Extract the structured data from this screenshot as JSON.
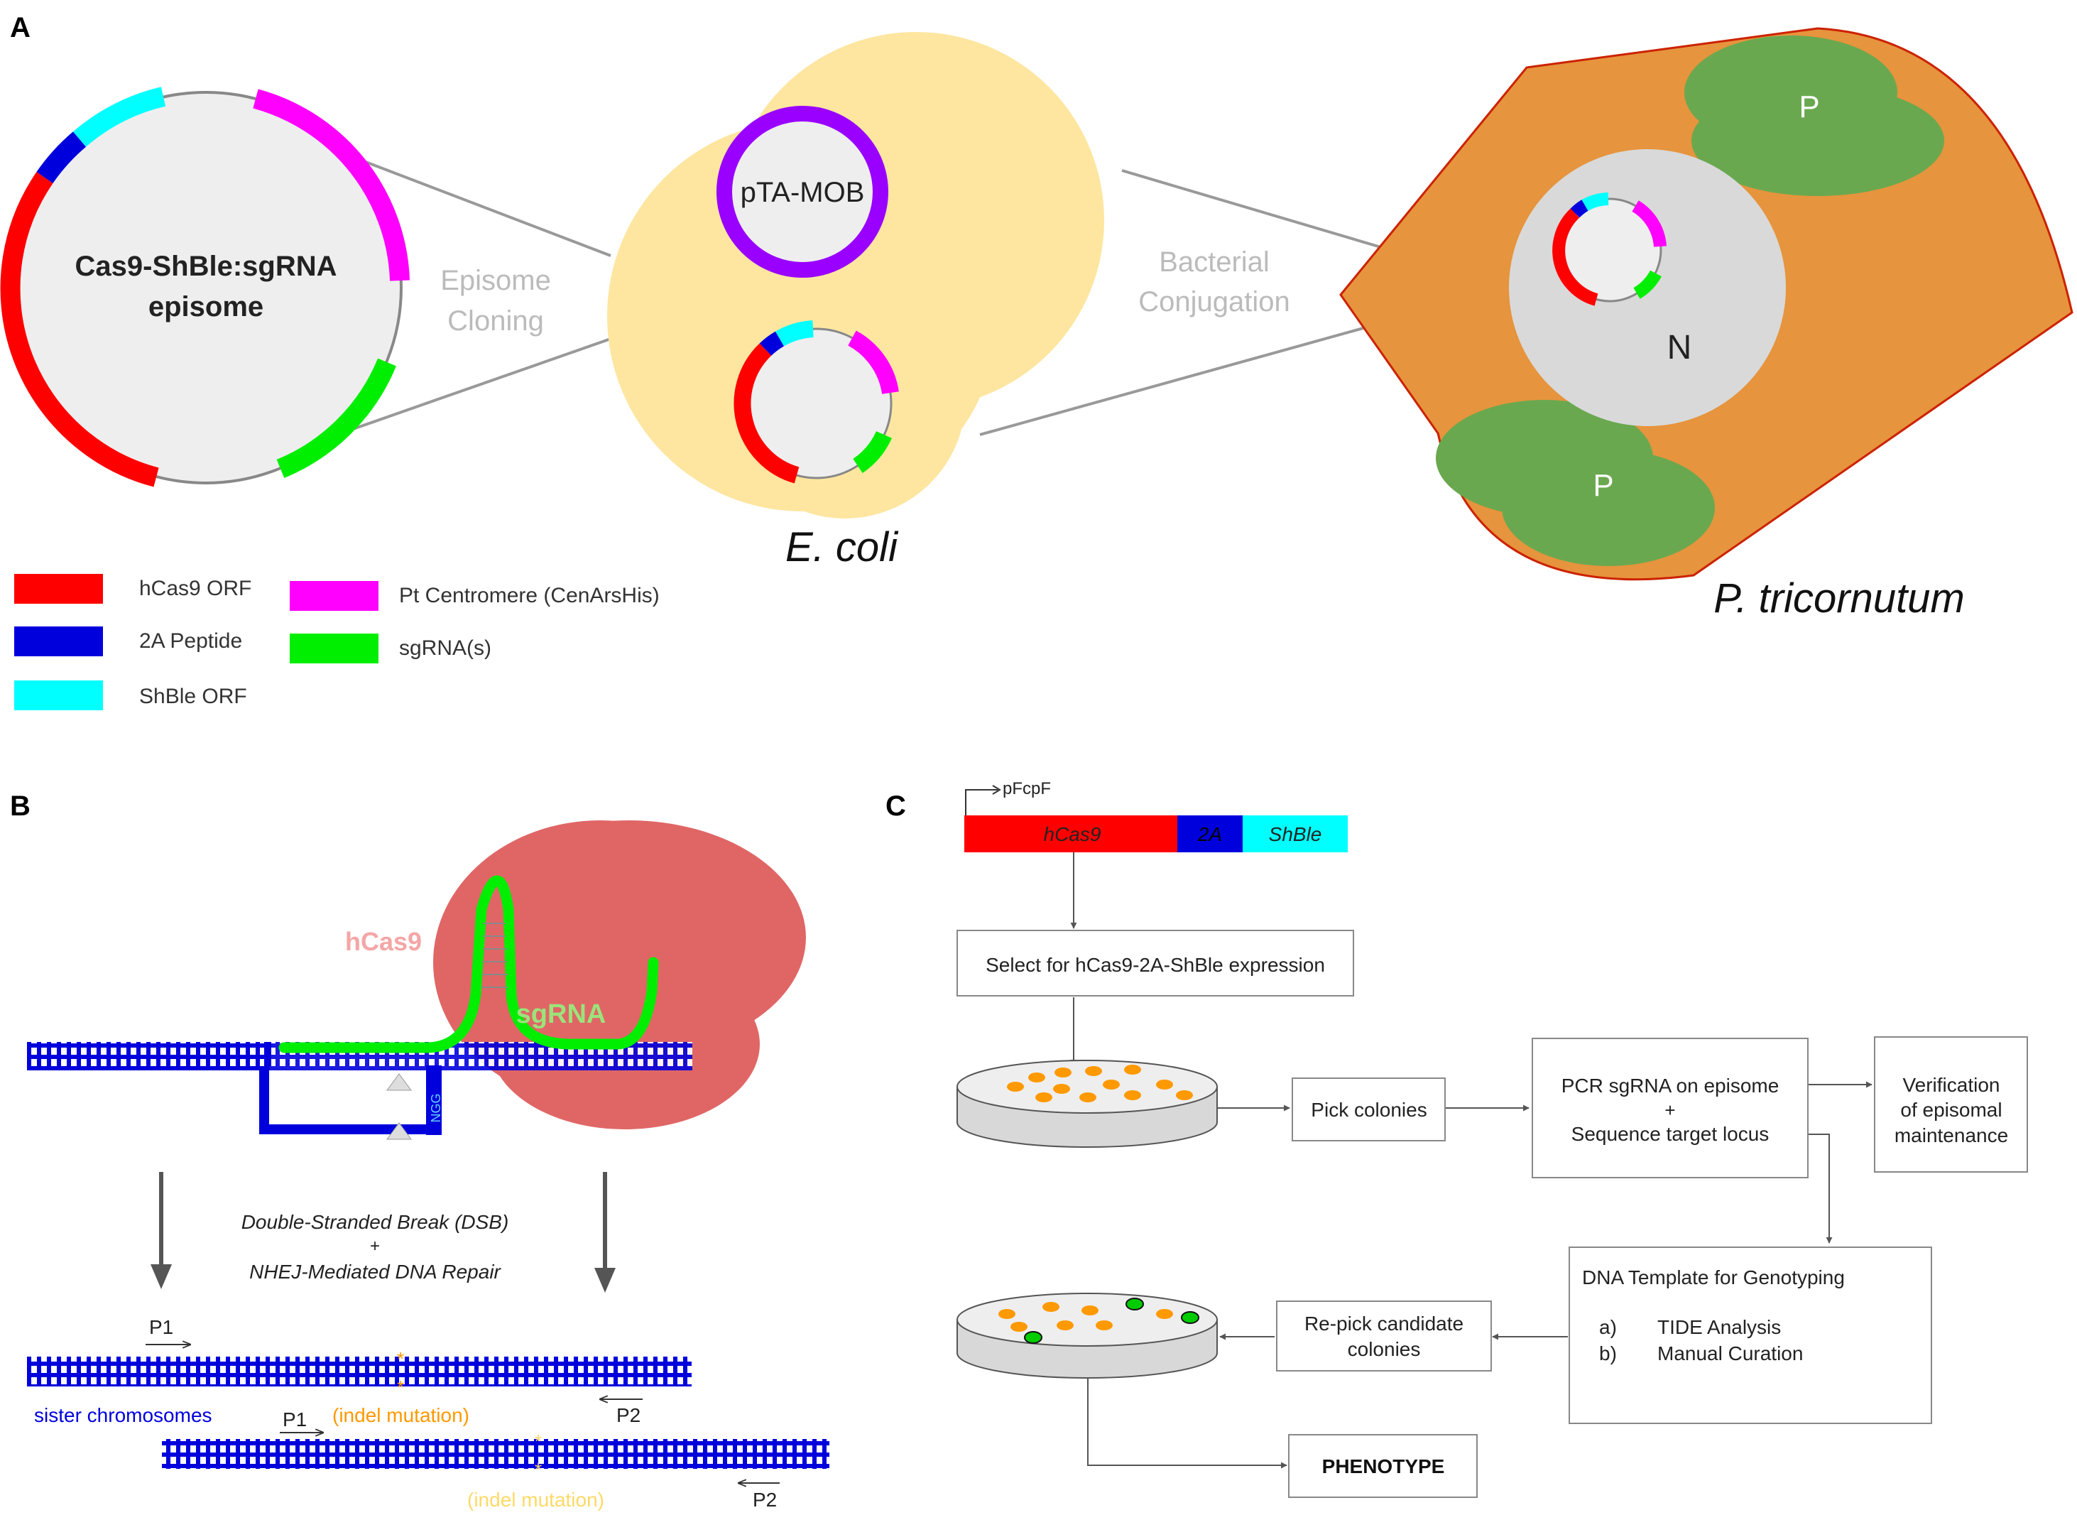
{
  "panel_labels": {
    "a": "A",
    "b": "B",
    "c": "C"
  },
  "colors": {
    "cas9_red": "#ff0000",
    "peptide_blue": "#0000dd",
    "shble_cyan": "#00ffff",
    "centromere_magenta": "#ff00ff",
    "sgrna_green": "#00ee00",
    "ecoli_yellow": "#fee6a0",
    "ptri_orange": "#e6943d",
    "plastid_green": "#6aa84f",
    "plasmid_purple": "#9900ff",
    "cas9_protein": "#e06666",
    "dna_blue": "#0000dd",
    "mutation_orange": "#ff9900",
    "mutation_yellow": "#ffd966"
  },
  "panel_a": {
    "episome_label_1": "Cas9-ShBle:sgRNA",
    "episome_label_2": "episome",
    "cloning_1": "Episome",
    "cloning_2": "Cloning",
    "conjugation_1": "Bacterial",
    "conjugation_2": "Conjugation",
    "ptamob": "pTA-MOB",
    "ecoli": "E. coli",
    "ptricornutum": "P. tricornutum",
    "nucleus": "N",
    "plastid_top": "P",
    "plastid_bottom": "P",
    "legend": {
      "hcas9": "hCas9 ORF",
      "peptide": "2A Peptide",
      "shble": "ShBle ORF",
      "centromere": "Pt Centromere (CenArsHis)",
      "sgrna": "sgRNA(s)"
    }
  },
  "panel_b": {
    "hcas9": "hCas9",
    "sgrna": "sgRNA",
    "pam": "NGG",
    "dsb_line1": "Double-Stranded Break (DSB)",
    "dsb_plus": "+",
    "dsb_line2": "NHEJ-Mediated DNA Repair",
    "p1_top": "P1",
    "p2_top": "P2",
    "p1_bottom": "P1",
    "p2_bottom": "P2",
    "sister": "sister chromosomes",
    "indel_1": "(indel mutation)",
    "indel_2": "(indel mutation)"
  },
  "panel_c": {
    "promoter": "pFcpF",
    "gene_hcas9": "hCas9",
    "gene_2a": "2A",
    "gene_shble": "ShBle",
    "select": "Select for hCas9-2A-ShBle expression",
    "pick": "Pick colonies",
    "pcr_1": "PCR sgRNA on episome",
    "pcr_plus": "+",
    "pcr_2": "Sequence target locus",
    "verify_1": "Verification",
    "verify_2": "of episomal",
    "verify_3": "maintenance",
    "dna_title": "DNA Template for Genotyping",
    "dna_a_mark": "a)",
    "dna_a": "TIDE Analysis",
    "dna_b_mark": "b)",
    "dna_b": "Manual Curation",
    "repick_1": "Re-pick candidate",
    "repick_2": "colonies",
    "phenotype": "PHENOTYPE"
  }
}
